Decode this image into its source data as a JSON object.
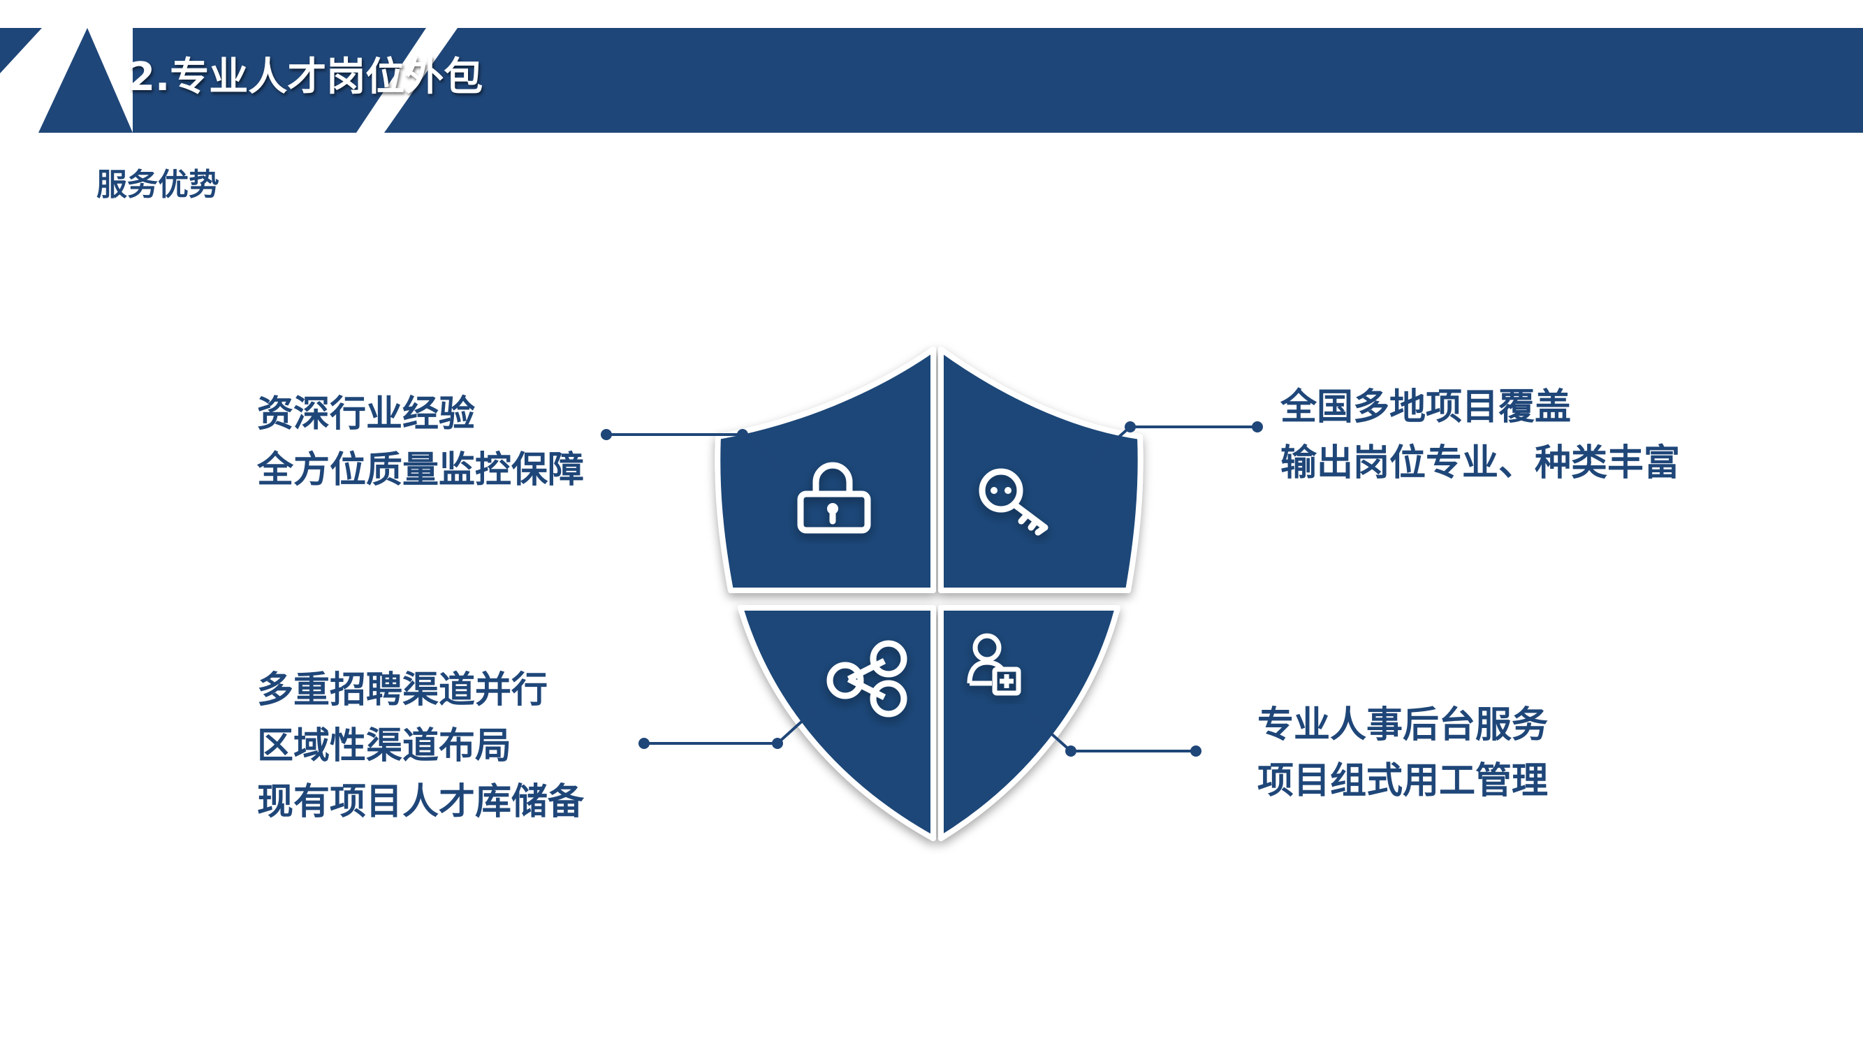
{
  "header": {
    "title": "2.专业人才岗位外包"
  },
  "section": {
    "subtitle": "服务优势"
  },
  "features": {
    "top_left": {
      "lines": [
        "资深行业经验",
        "全方位质量监控保障"
      ],
      "icon": "lock-icon"
    },
    "top_right": {
      "lines": [
        "全国多地项目覆盖",
        "输出岗位专业、种类丰富"
      ],
      "icon": "key-icon"
    },
    "bottom_left": {
      "lines": [
        "多重招聘渠道并行",
        "区域性渠道布局",
        "现有项目人才库储备"
      ],
      "icon": "share-icon"
    },
    "bottom_right": {
      "lines": [
        "专业人事后台服务",
        "项目组式用工管理"
      ],
      "icon": "add-user-icon"
    }
  },
  "colors": {
    "primary": "#1f4678",
    "background": "#ffffff",
    "title_text": "#ffffff"
  }
}
